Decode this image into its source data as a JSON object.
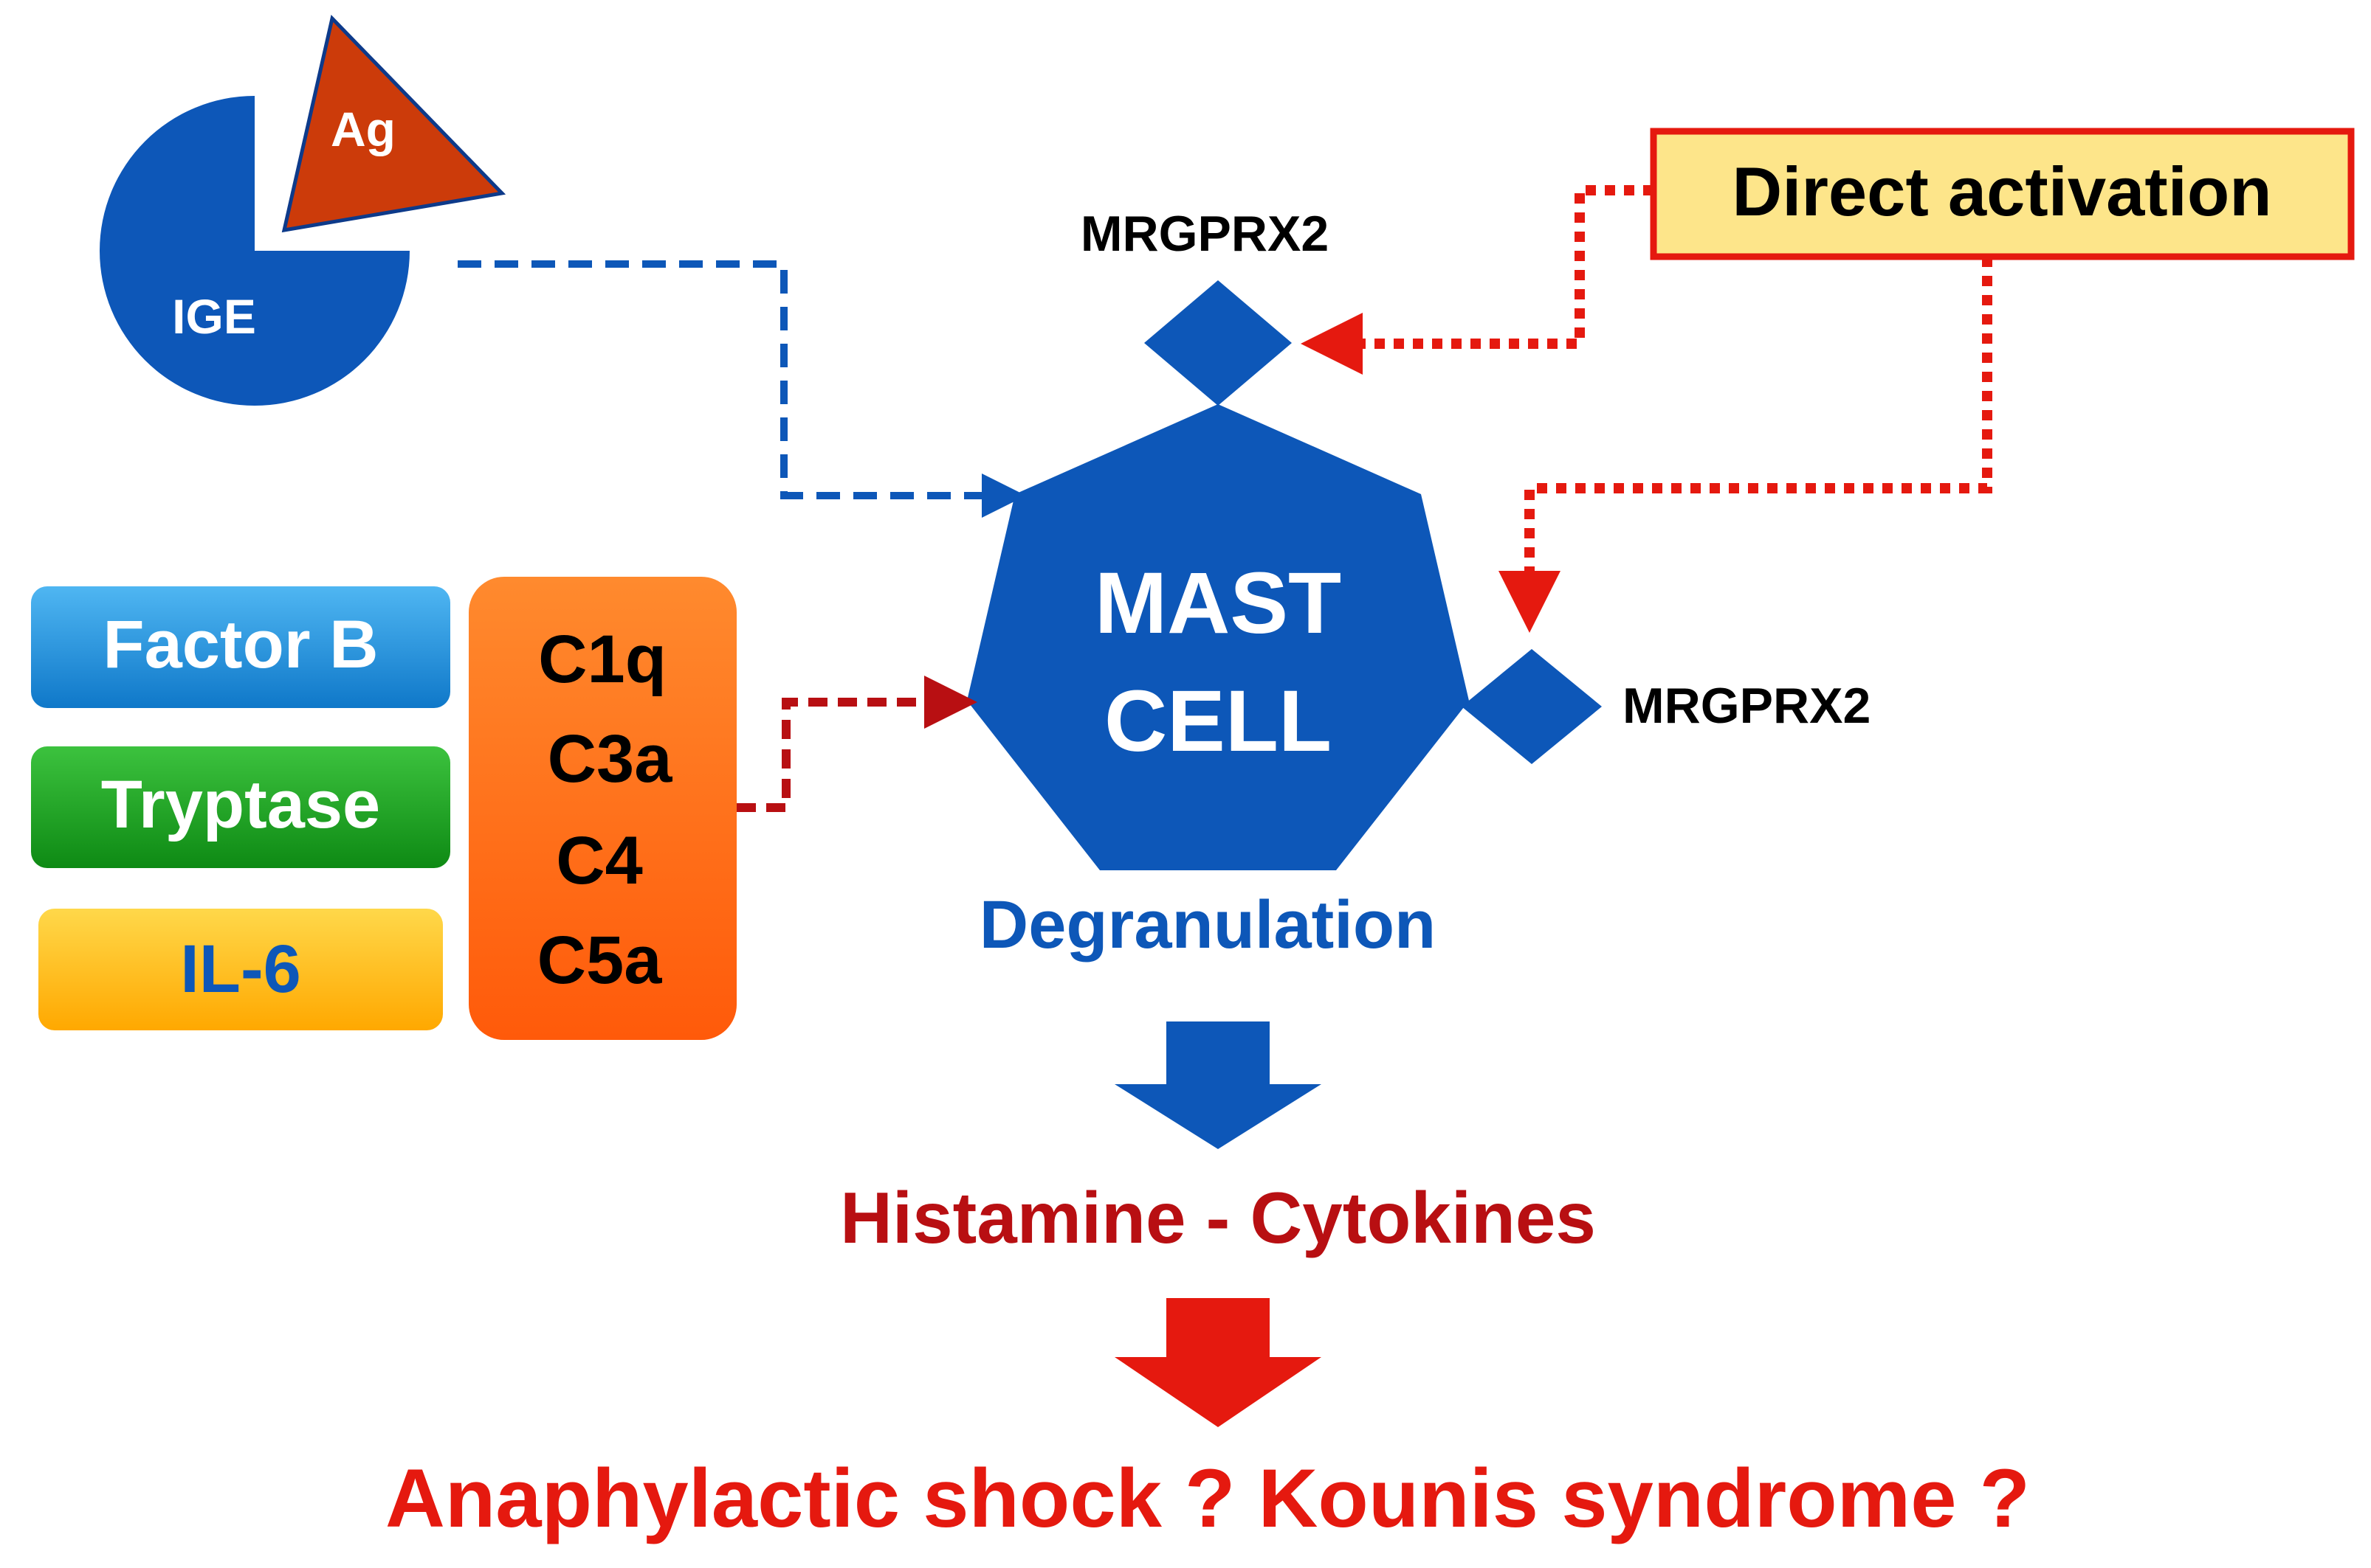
{
  "nodes": {
    "ige": {
      "label": "IGE"
    },
    "ag": {
      "label": "Ag"
    },
    "direct_activation": {
      "label": "Direct activation"
    },
    "mrgprx2_top": {
      "label": "MRGPRX2"
    },
    "mrgprx2_right": {
      "label": "MRGPRX2"
    },
    "mast_cell": {
      "line1": "MAST",
      "line2": "CELL"
    },
    "factor_b": {
      "label": "Factor B"
    },
    "tryptase": {
      "label": "Tryptase"
    },
    "il6": {
      "label": "IL-6"
    },
    "complement": {
      "items": [
        "C1q",
        "C3a",
        "C4",
        "C5a"
      ]
    },
    "degranulation": {
      "label": "Degranulation"
    },
    "histamine": {
      "label": "Histamine - Cytokines"
    },
    "outcome": {
      "label": "Anaphylactic shock ? Kounis syndrome ?"
    }
  },
  "colors": {
    "blue": "#0d57b8",
    "ag_orange": "#cc3b0a",
    "red": "#e5190f",
    "dark_red": "#b80f12",
    "factor_b": "#1e8fdc",
    "tryptase": "#17a31c",
    "il6": "#ffb80a",
    "complement": "#ff6a10",
    "direct_bg": "#fde58a"
  }
}
